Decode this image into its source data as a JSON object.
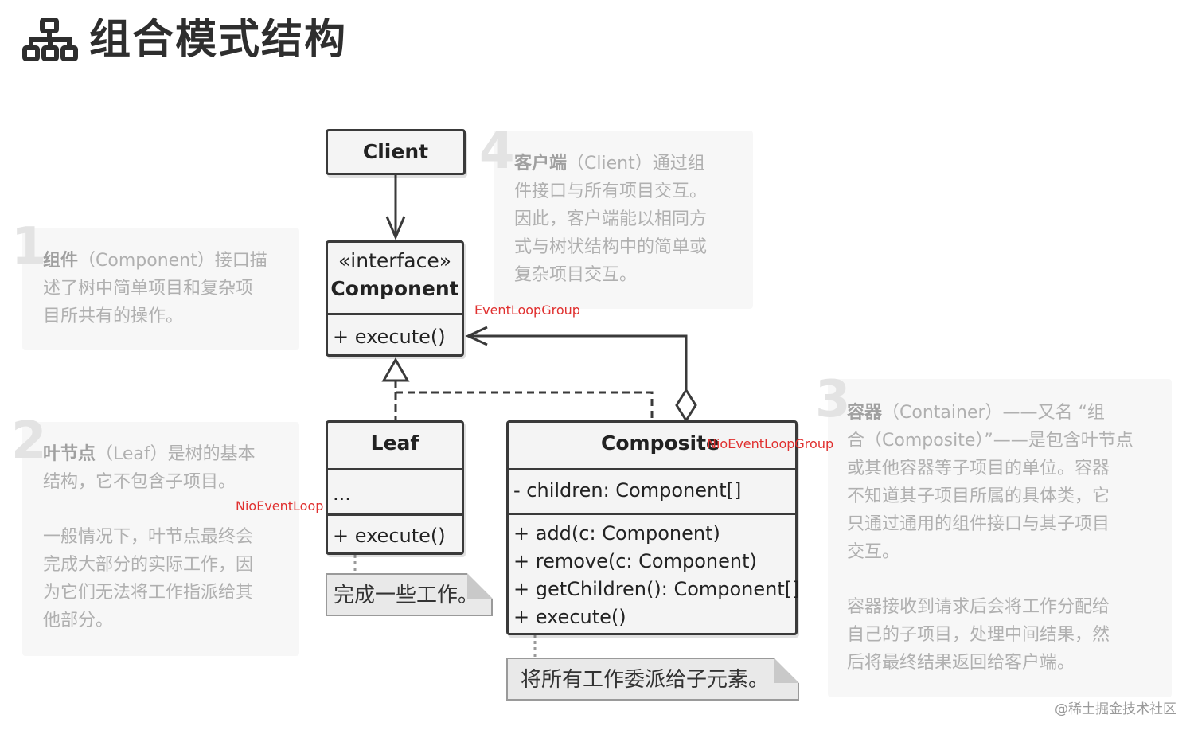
{
  "header": {
    "title": "组合模式结构",
    "icon": "hierarchy-icon"
  },
  "classes": {
    "client": {
      "name": "Client"
    },
    "component": {
      "stereotype": "«interface»",
      "name": "Component",
      "methods": [
        "+ execute()"
      ]
    },
    "leaf": {
      "name": "Leaf",
      "fields": [
        "..."
      ],
      "methods": [
        "+ execute()"
      ]
    },
    "composite": {
      "name": "Composite",
      "fields": [
        "- children: Component[]"
      ],
      "methods": [
        "+ add(c: Component)",
        "+ remove(c: Component)",
        "+ getChildren(): Component[]",
        "+ execute()"
      ]
    }
  },
  "notes": {
    "leaf": "完成一些工作。",
    "composite": "将所有工作委派给子元素。"
  },
  "annotations": {
    "component": "EventLoopGroup",
    "leaf": "NioEventLoop",
    "composite": "NioEventLoopGroup"
  },
  "panels": {
    "p1": {
      "number": "1",
      "bold": "组件",
      "lines": [
        "（Component）接口描",
        "述了树中简单项目和复杂项",
        "目所共有的操作。"
      ]
    },
    "p2": {
      "number": "2",
      "bold": "叶节点",
      "lines": [
        "（Leaf）是树的基本",
        "结构，它不包含子项目。"
      ],
      "lines2": [
        "一般情况下，叶节点最终会",
        "完成大部分的实际工作，因",
        "为它们无法将工作指派给其",
        "他部分。"
      ]
    },
    "p3": {
      "number": "3",
      "bold": "容器",
      "lines": [
        "（Container）——又名 “组",
        "合（Composite）”——是包含叶节点",
        "或其他容器等子项目的单位。容器",
        "不知道其子项目所属的具体类，它",
        "只通过通用的组件接口与其子项目",
        "交互。"
      ],
      "lines2": [
        "容器接收到请求后会将工作分配给",
        "自己的子项目，处理中间结果，然",
        "后将最终结果返回给客户端。"
      ]
    },
    "p4": {
      "number": "4",
      "bold": "客户端",
      "lines": [
        "（Client）通过组",
        "件接口与所有项目交互。",
        "因此，客户端能以相同方",
        "式与树状结构中的简单或",
        "复杂项目交互。"
      ]
    }
  },
  "watermark": "@稀土掘金技术社区"
}
